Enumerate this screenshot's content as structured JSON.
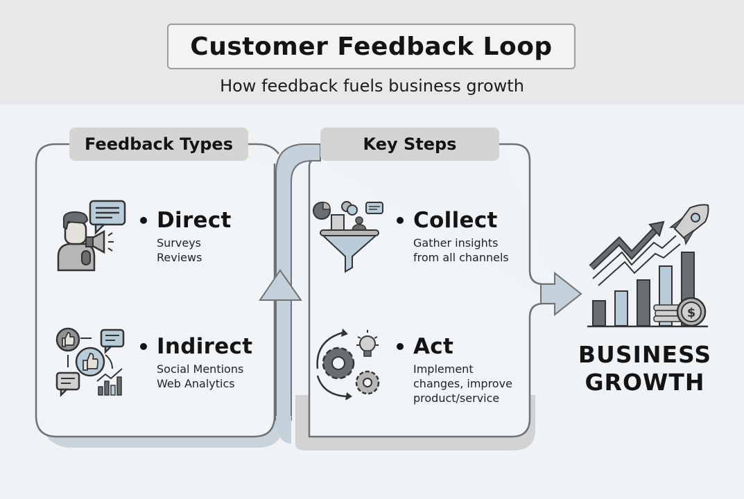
{
  "header": {
    "title": "Customer Feedback Loop",
    "subtitle": "How feedback fuels business growth"
  },
  "panels": [
    {
      "label": "Feedback Types",
      "items": [
        {
          "title": "Direct",
          "icon": "person-megaphone-icon",
          "lines": [
            "Surveys",
            "Reviews"
          ]
        },
        {
          "title": "Indirect",
          "icon": "social-analytics-icon",
          "lines": [
            "Social Mentions",
            "Web Analytics"
          ]
        }
      ]
    },
    {
      "label": "Key Steps",
      "items": [
        {
          "title": "Collect",
          "icon": "funnel-icon",
          "lines": [
            "Gather insights",
            "from all channels"
          ]
        },
        {
          "title": "Act",
          "icon": "gears-lightbulb-icon",
          "lines": [
            "Implement",
            "changes, improve",
            "product/service"
          ]
        }
      ]
    }
  ],
  "outcome": {
    "icon": "growth-chart-rocket-icon",
    "lines": [
      "BUSINESS",
      "GROWTH"
    ]
  },
  "colors": {
    "header_bg": "#e7e8e9",
    "page_bg": "#f0f3f6",
    "outline": "#6e7275",
    "arrow_fill": "#c5d1da",
    "pill_bg": "#d4d4d2",
    "accent_blue": "#b9ccd9",
    "dark_gray": "#6a6d70"
  }
}
